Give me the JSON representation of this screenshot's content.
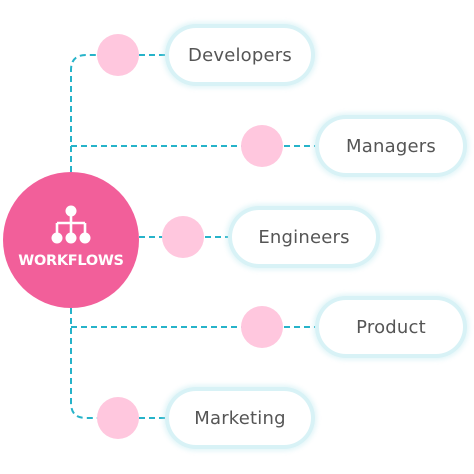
{
  "hub": {
    "label": "WORKFLOWS",
    "icon": "org-chart-icon"
  },
  "nodes": [
    {
      "label": "Developers"
    },
    {
      "label": "Managers"
    },
    {
      "label": "Engineers"
    },
    {
      "label": "Product"
    },
    {
      "label": "Marketing"
    }
  ],
  "colors": {
    "hub": "#f25f9a",
    "dot": "#ffc7de",
    "connector": "#26b3c9",
    "pill_glow": "#d8f2f6",
    "text": "#555555"
  }
}
